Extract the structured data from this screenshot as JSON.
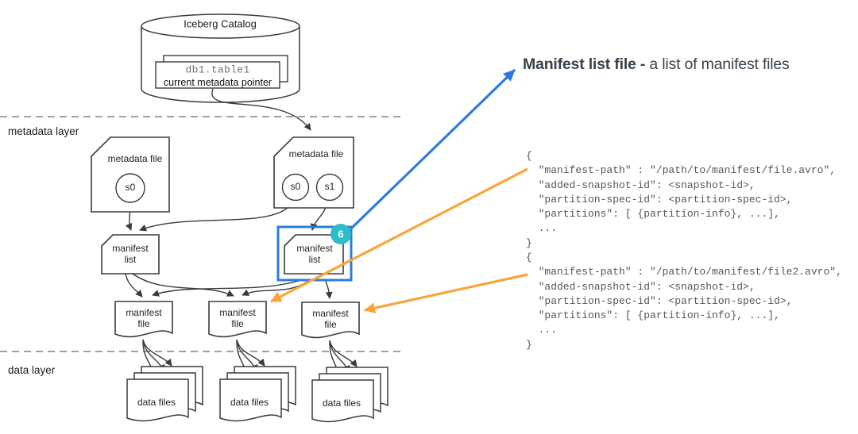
{
  "annotation": {
    "heading_bold": "Manifest list file -",
    "heading_regular": " a list of manifest files"
  },
  "diagram": {
    "catalog_title": "Iceberg Catalog",
    "pointer_table": "db1.table1",
    "pointer_label": "current metadata pointer",
    "metadata_layer_label": "metadata layer",
    "data_layer_label": "data layer",
    "metadata_file_label": "metadata file",
    "snapshot_s0": "s0",
    "snapshot_s1": "s1",
    "manifest_list_label": "manifest list",
    "manifest_file_label": "manifest file",
    "data_files_label": "data files",
    "step_badge": "6"
  },
  "code": {
    "block1_lines": [
      "{",
      "  \"manifest-path\" : \"/path/to/manifest/file.avro\",",
      "  \"added-snapshot-id\": <snapshot-id>,",
      "  \"partition-spec-id\": <partition-spec-id>,",
      "  \"partitions\": [ {partition-info}, ...],",
      "  ...",
      "}"
    ],
    "block2_lines": [
      "{",
      "  \"manifest-path\" : \"/path/to/manifest/file2.avro\",",
      "  \"added-snapshot-id\": <snapshot-id>,",
      "  \"partition-spec-id\": <partition-spec-id>,",
      "  \"partitions\": [ {partition-info}, ...],",
      "  ...",
      "}"
    ]
  },
  "colors": {
    "highlight_blue": "#2b7ce0",
    "arrow_orange": "#f9a43b",
    "badge_teal_fill": "#2dbcca",
    "badge_teal_stroke": "#14a5b5",
    "diagram_stroke": "#3b3b3b"
  }
}
